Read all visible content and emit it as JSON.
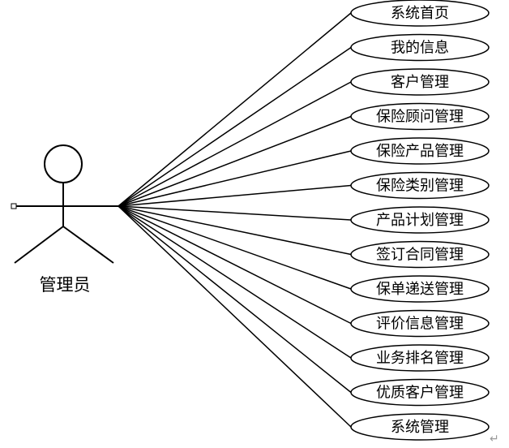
{
  "actor": {
    "label": "管理员",
    "icon": "stick-figure-actor"
  },
  "use_cases": [
    "系统首页",
    "我的信息",
    "客户管理",
    "保险顾问管理",
    "保险产品管理",
    "保险类别管理",
    "产品计划管理",
    "签订合同管理",
    "保单递送管理",
    "评价信息管理",
    "业务排名管理",
    "优质客户管理",
    "系统管理"
  ],
  "paragraph_mark": "↵",
  "colors": {
    "stroke": "#000000",
    "background": "#ffffff",
    "mark": "#9a9a9a"
  }
}
